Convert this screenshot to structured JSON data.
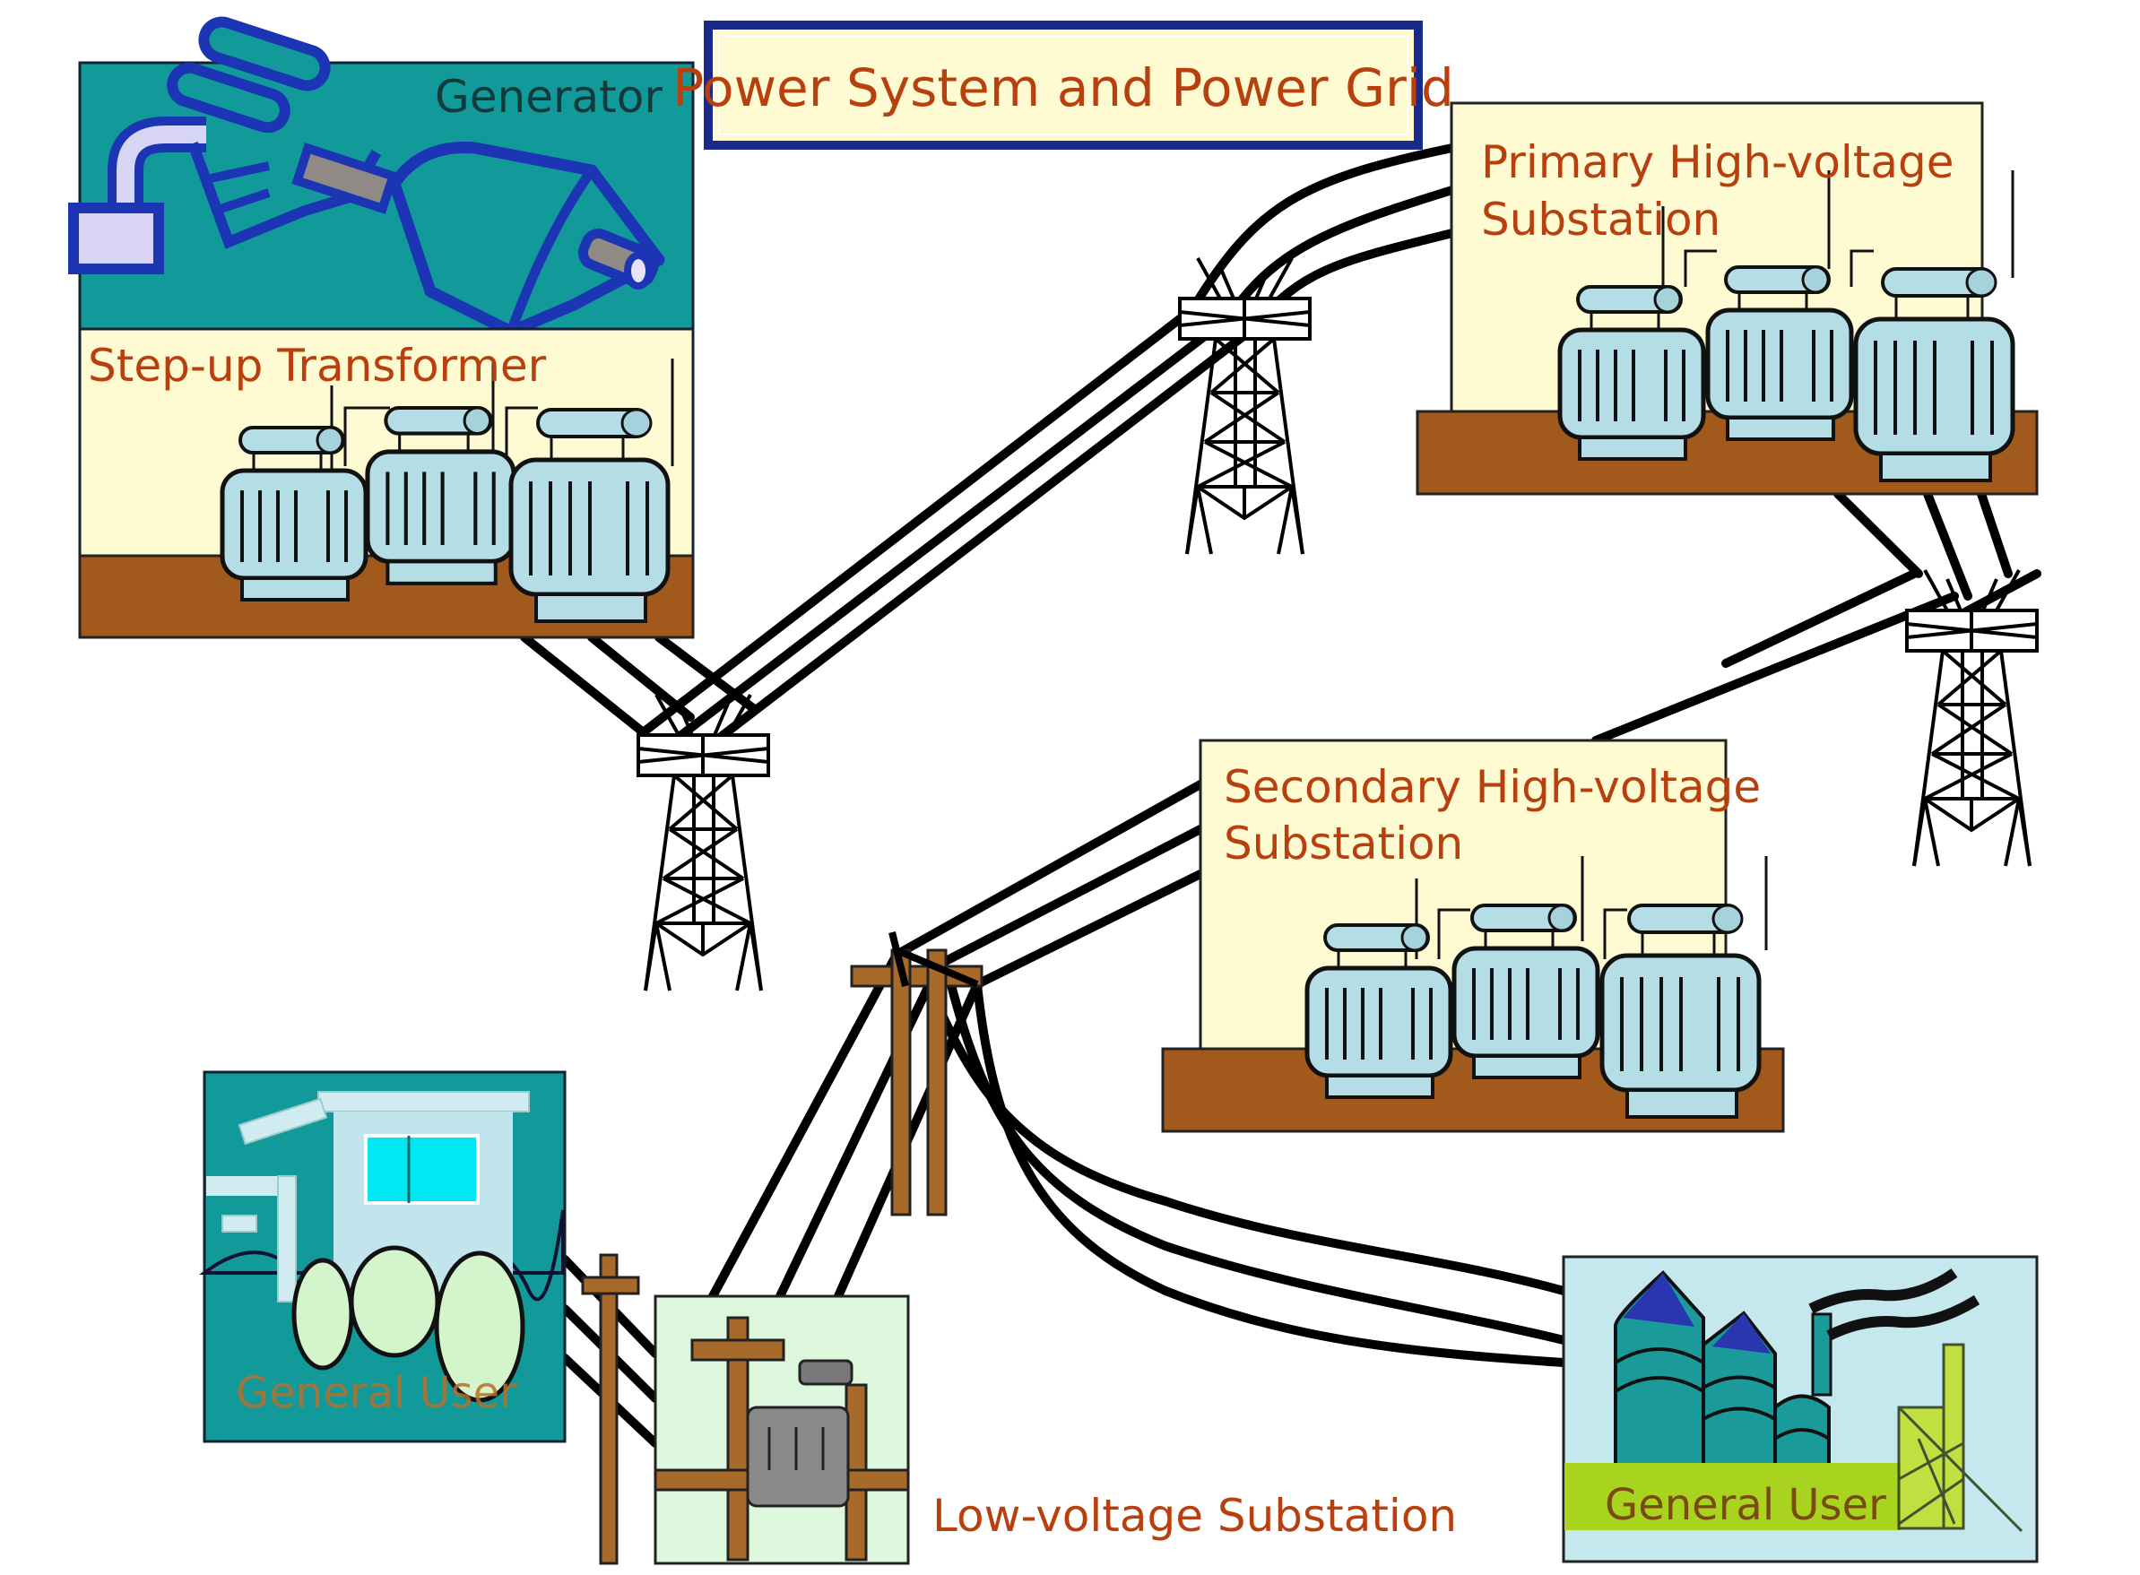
{
  "title": "Power System and Power Grid",
  "components": {
    "generator": {
      "label": "Generator"
    },
    "step_up_transformer": {
      "label": "Step-up Transformer"
    },
    "primary_substation": {
      "label_line1": "Primary High-voltage",
      "label_line2": "Substation"
    },
    "secondary_substation": {
      "label_line1": "Secondary High-voltage",
      "label_line2": "Substation"
    },
    "low_voltage_substation": {
      "label": "Low-voltage Substation"
    },
    "residential_user": {
      "label": "General User"
    },
    "industrial_user": {
      "label": "General User"
    }
  },
  "colors": {
    "title_text": "#b8400e",
    "title_border": "#1a2a8a",
    "cream": "#fefbd2",
    "teal": "#12999a",
    "brown": "#a15a1c",
    "transformer": "#b4dde6",
    "generator_outline": "#1c35b4",
    "pole_wood": "#a86a2a",
    "lv_box": "#dcf7dc",
    "factory_bg": "#c4e8ee",
    "factory_band": "#a8d420"
  }
}
